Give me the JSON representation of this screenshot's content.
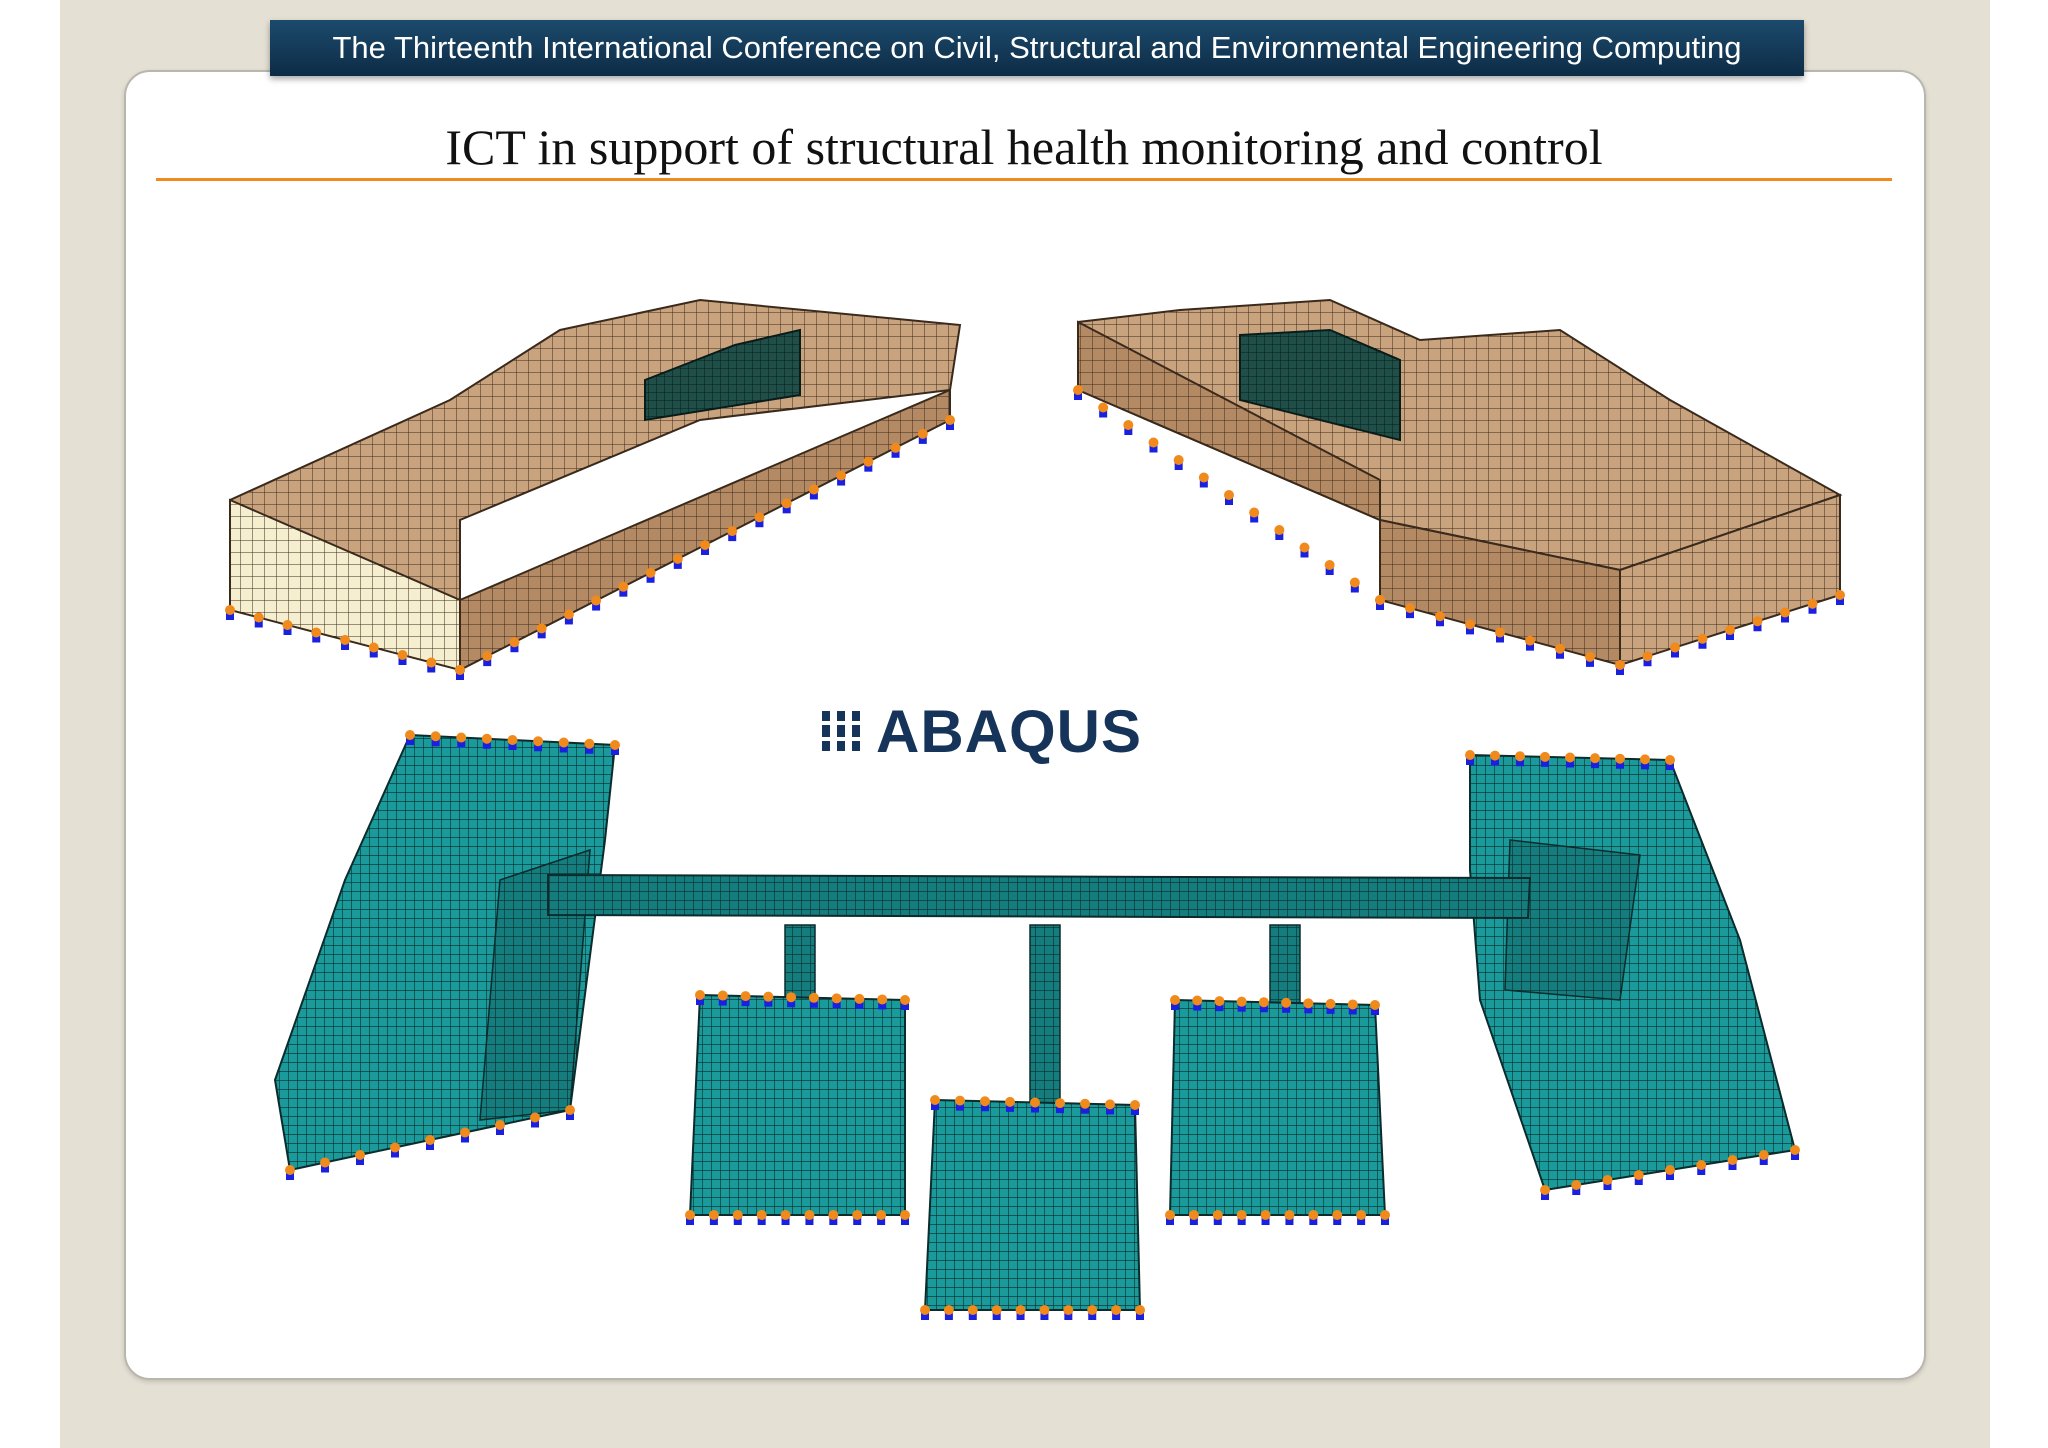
{
  "banner": {
    "text": "The Thirteenth International Conference on Civil, Structural and Environmental Engineering Computing"
  },
  "slide": {
    "title": "ICT in support of structural health monitoring and control"
  },
  "logo": {
    "text": "ABAQUS"
  },
  "colors": {
    "accent_rule": "#ef8a1e",
    "banner_bg": "#123a5a",
    "mesh_tan": "#c9a27e",
    "mesh_teal": "#1a9a9a",
    "boundary_orange": "#f08a1c",
    "boundary_blue": "#1a20e0"
  },
  "icons": {
    "logo_mark": "abaqus-logo-icon"
  }
}
